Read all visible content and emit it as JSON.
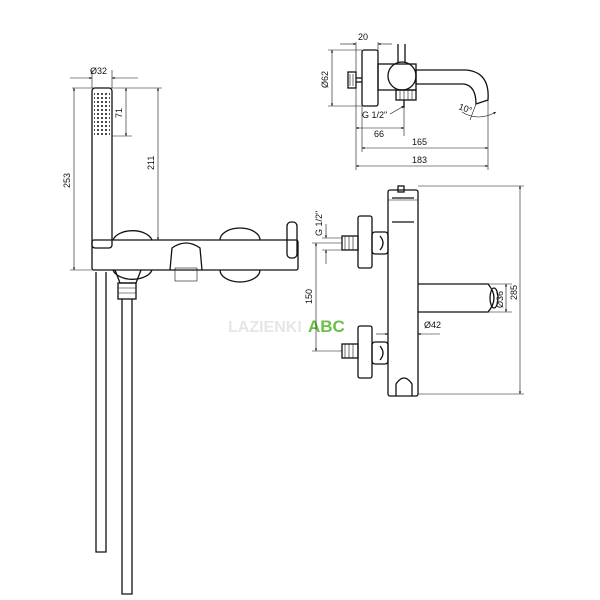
{
  "dimensions": {
    "d32": "Ø32",
    "d71": "71",
    "d211": "211",
    "d253": "253",
    "d20": "20",
    "d62": "Ø62",
    "g12_top": "G 1/2\"",
    "d66": "66",
    "d165": "165",
    "d183": "183",
    "angle10": "10°",
    "g12_right": "G 1/2\"",
    "d150": "150",
    "d42": "Ø42",
    "d36": "Ø36",
    "d285": "285"
  },
  "watermark": {
    "prefix": "LAZIENKI",
    "brand": "ABC",
    "brand_color": "#6cc04a",
    "prefix_color": "#e6e6e6"
  }
}
